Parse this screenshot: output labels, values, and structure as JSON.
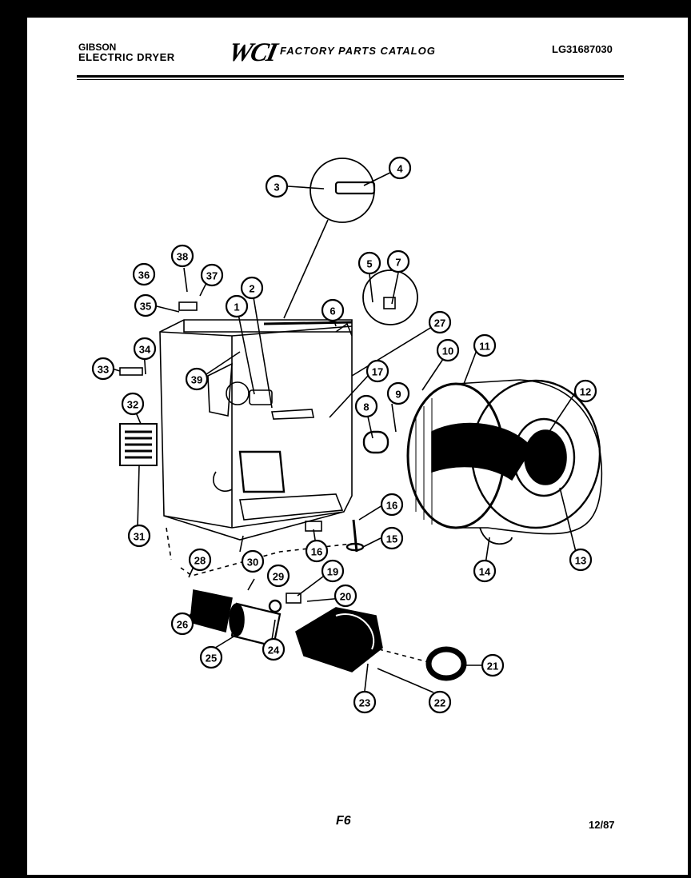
{
  "header": {
    "brand_line1": "GIBSON",
    "brand_line2": "ELECTRIC DRYER",
    "logo_text": "WCI",
    "catalog_title": "FACTORY PARTS CATALOG",
    "document_number": "LG31687030"
  },
  "footer": {
    "page_ref": "F6",
    "date_code": "12/87"
  },
  "callouts": [
    {
      "id": "1",
      "label": "1"
    },
    {
      "id": "2",
      "label": "2"
    },
    {
      "id": "3",
      "label": "3"
    },
    {
      "id": "4",
      "label": "4"
    },
    {
      "id": "5",
      "label": "5"
    },
    {
      "id": "6",
      "label": "6"
    },
    {
      "id": "7",
      "label": "7"
    },
    {
      "id": "8",
      "label": "8"
    },
    {
      "id": "9",
      "label": "9"
    },
    {
      "id": "10",
      "label": "10"
    },
    {
      "id": "11",
      "label": "11"
    },
    {
      "id": "12",
      "label": "12"
    },
    {
      "id": "13",
      "label": "13"
    },
    {
      "id": "14",
      "label": "14"
    },
    {
      "id": "15",
      "label": "15"
    },
    {
      "id": "16",
      "label": "16"
    },
    {
      "id": "16b",
      "label": "16"
    },
    {
      "id": "17",
      "label": "17"
    },
    {
      "id": "19",
      "label": "19"
    },
    {
      "id": "20",
      "label": "20"
    },
    {
      "id": "21",
      "label": "21"
    },
    {
      "id": "22",
      "label": "22"
    },
    {
      "id": "23",
      "label": "23"
    },
    {
      "id": "24",
      "label": "24"
    },
    {
      "id": "25",
      "label": "25"
    },
    {
      "id": "26",
      "label": "26"
    },
    {
      "id": "27",
      "label": "27"
    },
    {
      "id": "28",
      "label": "28"
    },
    {
      "id": "29",
      "label": "29"
    },
    {
      "id": "30",
      "label": "30"
    },
    {
      "id": "31",
      "label": "31"
    },
    {
      "id": "32",
      "label": "32"
    },
    {
      "id": "33",
      "label": "33"
    },
    {
      "id": "34",
      "label": "34"
    },
    {
      "id": "35",
      "label": "35"
    },
    {
      "id": "36",
      "label": "36"
    },
    {
      "id": "38",
      "label": "38"
    },
    {
      "id": "37",
      "label": "37"
    },
    {
      "id": "39",
      "label": "39"
    }
  ]
}
